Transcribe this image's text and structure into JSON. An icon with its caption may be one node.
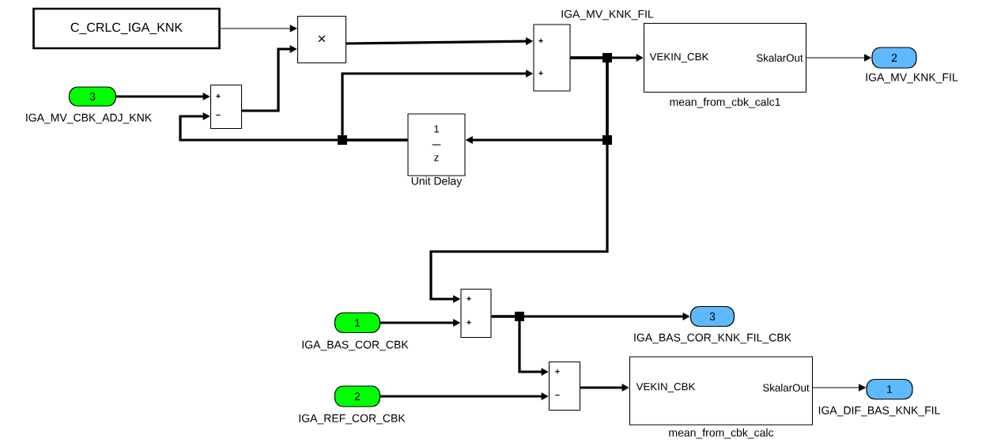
{
  "diagram": {
    "nodes": [
      {
        "text": [
          "C_CRLC_IGA_KNK"
        ]
      },
      {
        "text": [
          "×"
        ]
      },
      {
        "text": [
          "3"
        ],
        "beside": [
          "IGA_MV_CBK_ADJ_KNK"
        ]
      },
      {
        "text": [
          "+",
          "−"
        ]
      },
      {
        "text": [
          "+",
          "+"
        ]
      },
      {
        "text": [
          "1",
          "z"
        ],
        "beside": [
          "Unit Delay"
        ]
      },
      {
        "text": [
          "VEKIN_CBK",
          "SkalarOut"
        ],
        "beside": [
          "mean_from_cbk_calc1"
        ]
      },
      {
        "text": [
          "2"
        ],
        "beside": [
          "IGA_MV_KNK_FIL"
        ]
      },
      {
        "text": [
          "+",
          "+"
        ]
      },
      {
        "text": [
          "1"
        ],
        "beside": [
          "IGA_BAS_COR_CBK"
        ]
      },
      {
        "text": [
          "3"
        ],
        "beside": [
          "IGA_BAS_COR_KNK_FIL_CBK"
        ]
      },
      {
        "text": [
          "2"
        ],
        "beside": [
          "IGA_REF_COR_CBK"
        ]
      },
      {
        "text": [
          "+",
          "−"
        ]
      },
      {
        "text": [
          "VEKIN_CBK",
          "SkalarOut"
        ],
        "beside": [
          "mean_from_cbk_calc"
        ]
      },
      {
        "text": [
          "1"
        ],
        "beside": [
          "IGA_DIF_BAS_KNK_FIL"
        ]
      }
    ],
    "edges": [
      {
        "from": 0,
        "to": 1,
        "arrow": "to"
      },
      {
        "from": 3,
        "to": 1,
        "arrow": "to"
      },
      {
        "from": 2,
        "to": 3,
        "arrow": "to"
      },
      {
        "from": 1,
        "to": 4,
        "arrow": "to"
      },
      {
        "from": 4,
        "to": 6,
        "arrow": "to",
        "label": "IGA_MV_KNK_FIL"
      },
      {
        "from": 6,
        "to": 7,
        "arrow": "to"
      },
      {
        "from": 4,
        "to": 5,
        "arrow": "to"
      },
      {
        "from": 5,
        "to": 4,
        "arrow": "to"
      },
      {
        "from": 5,
        "to": 3,
        "arrow": "to"
      },
      {
        "from": 4,
        "to": 8,
        "arrow": "to"
      },
      {
        "from": 9,
        "to": 8,
        "arrow": "to"
      },
      {
        "from": 8,
        "to": 10,
        "arrow": "to"
      },
      {
        "from": 8,
        "to": 12,
        "arrow": "to"
      },
      {
        "from": 11,
        "to": 12,
        "arrow": "to"
      },
      {
        "from": 12,
        "to": 13,
        "arrow": "to"
      },
      {
        "from": 13,
        "to": 14,
        "arrow": "to"
      }
    ]
  }
}
